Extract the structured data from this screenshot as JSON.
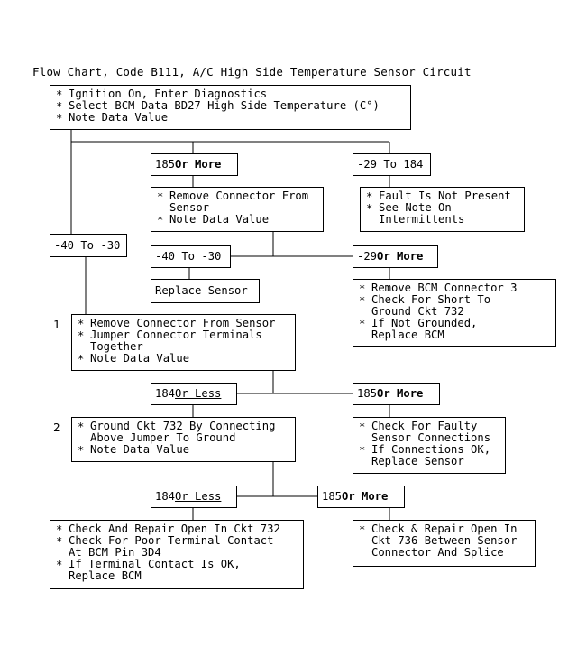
{
  "title": "Flow Chart, Code B111, A/C High Side Temperature Sensor Circuit",
  "start": {
    "items": [
      [
        "Ignition On, Enter Diagnostics"
      ],
      [
        "Select BCM Data BD27 High Side Temperature (C°)"
      ],
      [
        "Note Data Value"
      ]
    ]
  },
  "labels": {
    "l185_more_1": {
      "a": "185 ",
      "b": "Or More"
    },
    "l29_184": "-29 To 184",
    "l40_30_left": "-40 To -30",
    "l40_30_mid": "-40 To -30",
    "l29_more": {
      "a": "-29 ",
      "b": "Or More"
    },
    "l184_less_1": {
      "a": "184 ",
      "b": "Or Less"
    },
    "l185_more_2": {
      "a": "185 ",
      "b": "Or More"
    },
    "l184_less_2": {
      "a": "184 ",
      "b": "Or Less"
    },
    "l185_more_3": {
      "a": "185 ",
      "b": "Or More"
    }
  },
  "boxes": {
    "remove_connector": {
      "items": [
        [
          "Remove Connector From",
          "Sensor"
        ],
        [
          "Note Data Value"
        ]
      ]
    },
    "fault_not_present": {
      "items": [
        [
          "Fault Is Not Present"
        ],
        [
          "See Note On",
          "Intermittents"
        ]
      ]
    },
    "replace_sensor": "Replace Sensor",
    "remove_bcm_connector": {
      "items": [
        [
          "Remove BCM Connector 3"
        ],
        [
          "Check For Short To",
          "Ground Ckt 732"
        ],
        [
          "If Not Grounded,",
          "Replace BCM"
        ]
      ]
    },
    "jumper": {
      "items": [
        [
          "Remove Connector From Sensor"
        ],
        [
          "Jumper Connector Terminals",
          "Together"
        ],
        [
          "Note Data Value"
        ]
      ]
    },
    "faulty_sensor": {
      "items": [
        [
          "Check For Faulty",
          "Sensor Connections"
        ],
        [
          "If Connections OK,",
          "Replace Sensor"
        ]
      ]
    },
    "ground_ckt": {
      "items": [
        [
          "Ground Ckt 732 By Connecting",
          "Above Jumper To Ground"
        ],
        [
          "Note Data Value"
        ]
      ]
    },
    "repair_open_732": {
      "items": [
        [
          "Check And Repair Open In Ckt 732"
        ],
        [
          "Check For Poor Terminal Contact",
          "At BCM Pin 3D4"
        ],
        [
          "If Terminal Contact Is OK,",
          "Replace BCM"
        ]
      ]
    },
    "repair_open_736": {
      "items": [
        [
          "Check & Repair Open In",
          "Ckt 736 Between Sensor",
          "Connector And Splice"
        ]
      ]
    }
  },
  "steps": {
    "s1": "1",
    "s2": "2"
  }
}
